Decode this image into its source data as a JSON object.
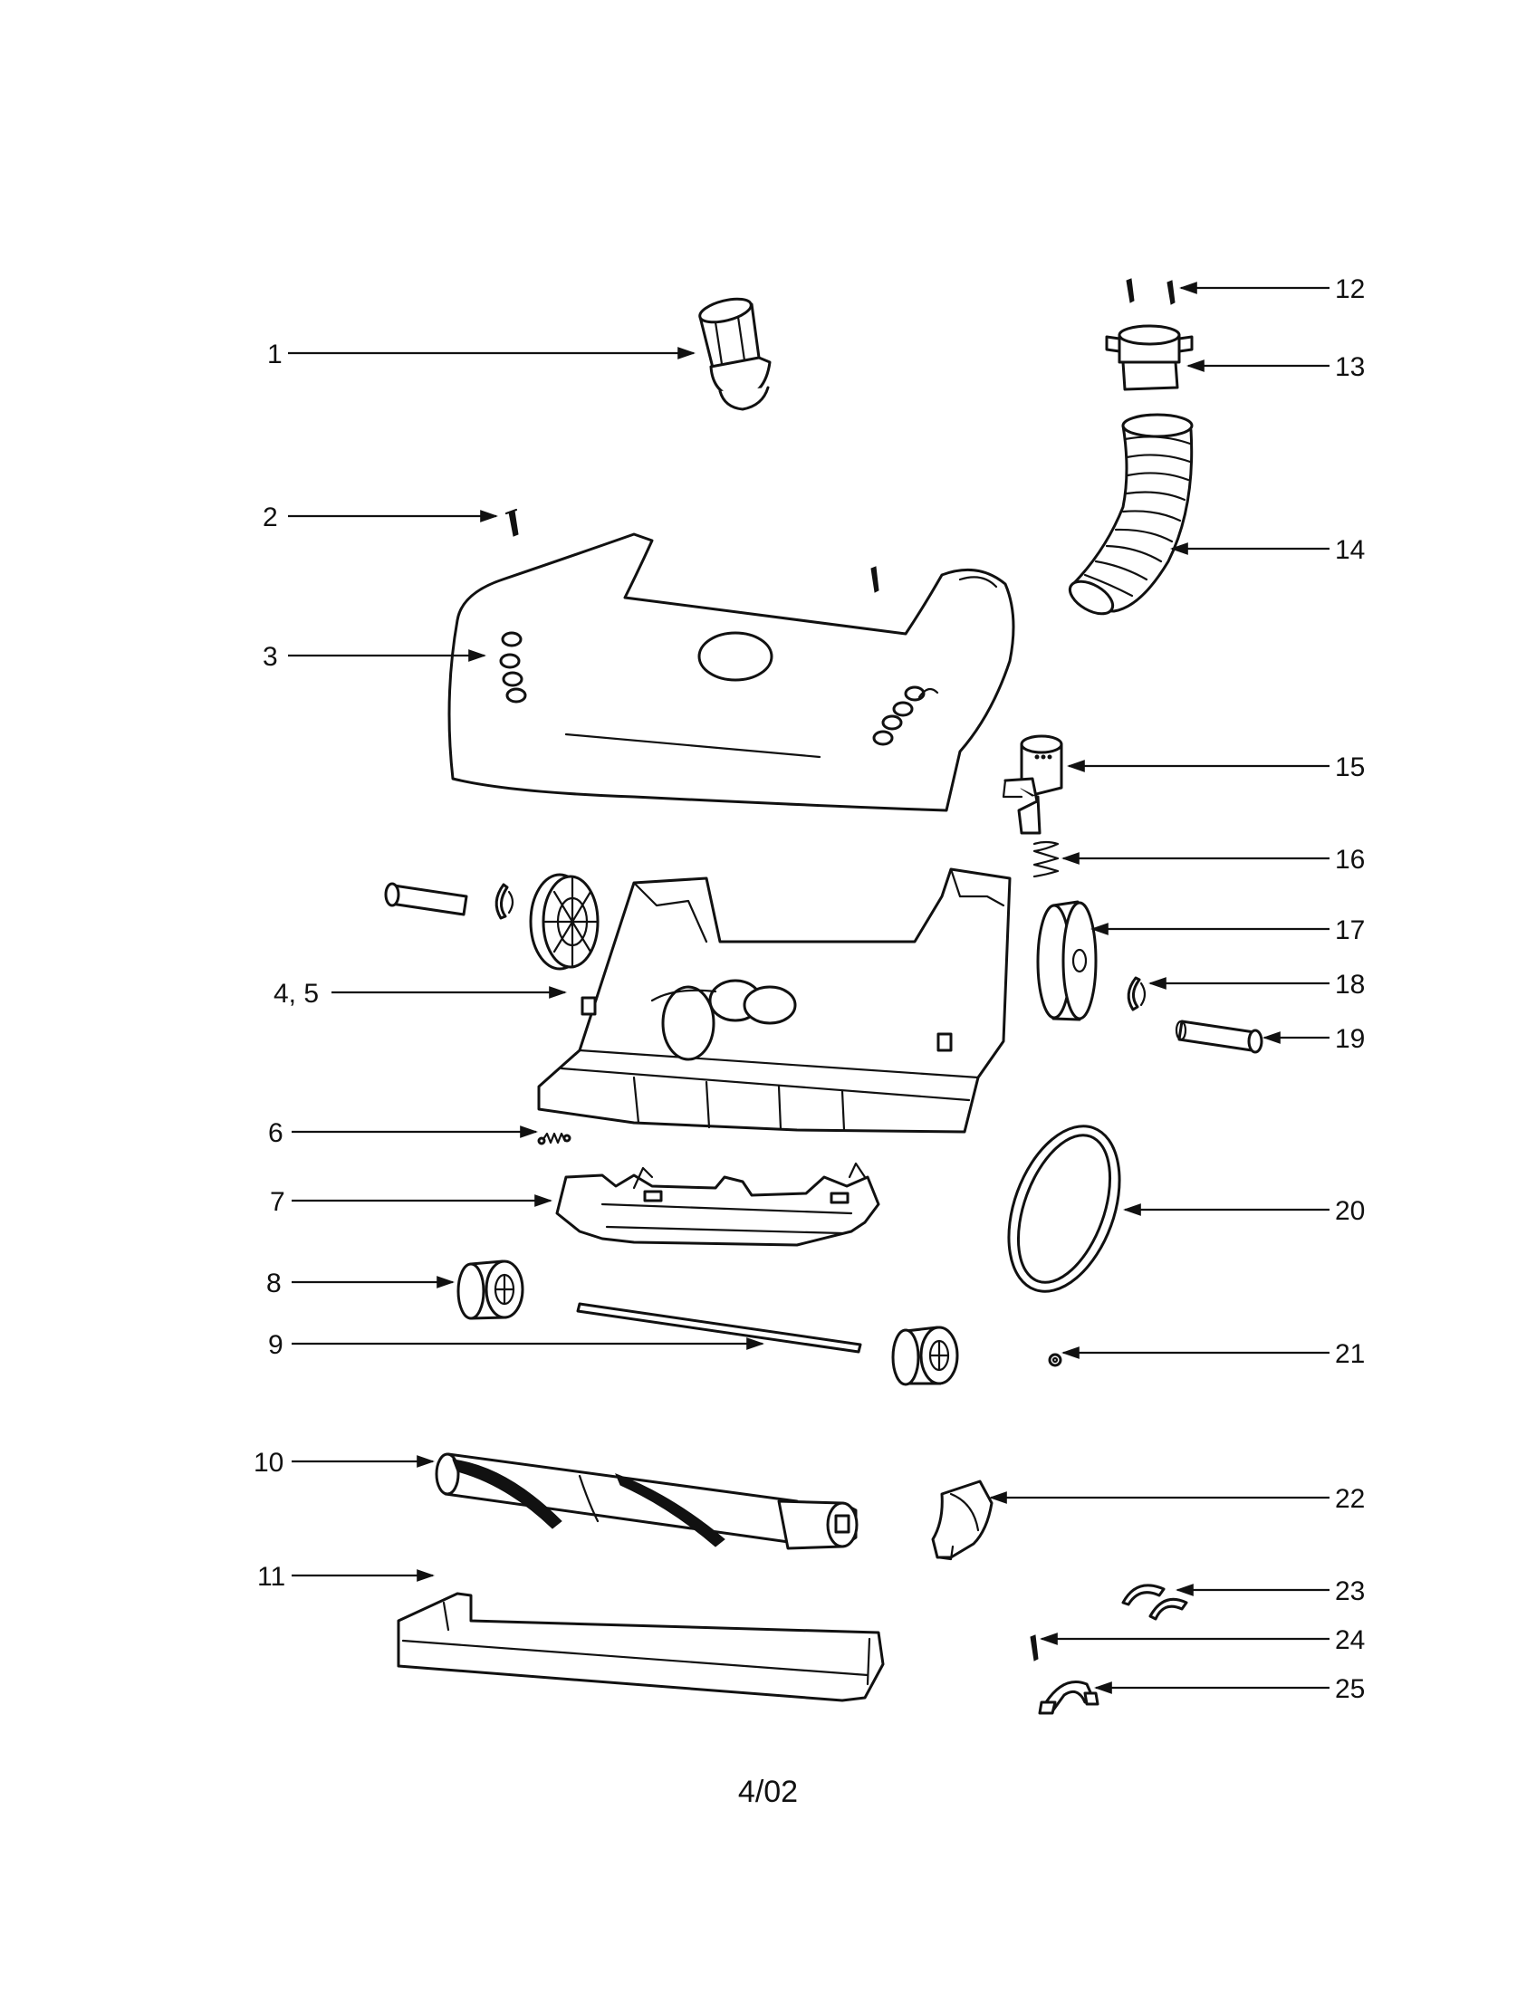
{
  "callouts": [
    {
      "id": "c1",
      "label": "1"
    },
    {
      "id": "c2",
      "label": "2"
    },
    {
      "id": "c3",
      "label": "3"
    },
    {
      "id": "c45",
      "label": "4, 5"
    },
    {
      "id": "c6",
      "label": "6"
    },
    {
      "id": "c7",
      "label": "7"
    },
    {
      "id": "c8",
      "label": "8"
    },
    {
      "id": "c9",
      "label": "9"
    },
    {
      "id": "c10",
      "label": "10"
    },
    {
      "id": "c11",
      "label": "11"
    },
    {
      "id": "c12",
      "label": "12"
    },
    {
      "id": "c13",
      "label": "13"
    },
    {
      "id": "c14",
      "label": "14"
    },
    {
      "id": "c15",
      "label": "15"
    },
    {
      "id": "c16",
      "label": "16"
    },
    {
      "id": "c17",
      "label": "17"
    },
    {
      "id": "c18",
      "label": "18"
    },
    {
      "id": "c19",
      "label": "19"
    },
    {
      "id": "c20",
      "label": "20"
    },
    {
      "id": "c21",
      "label": "21"
    },
    {
      "id": "c22",
      "label": "22"
    },
    {
      "id": "c23",
      "label": "23"
    },
    {
      "id": "c24",
      "label": "24"
    },
    {
      "id": "c25",
      "label": "25"
    }
  ],
  "footer": {
    "date": "4/02"
  }
}
